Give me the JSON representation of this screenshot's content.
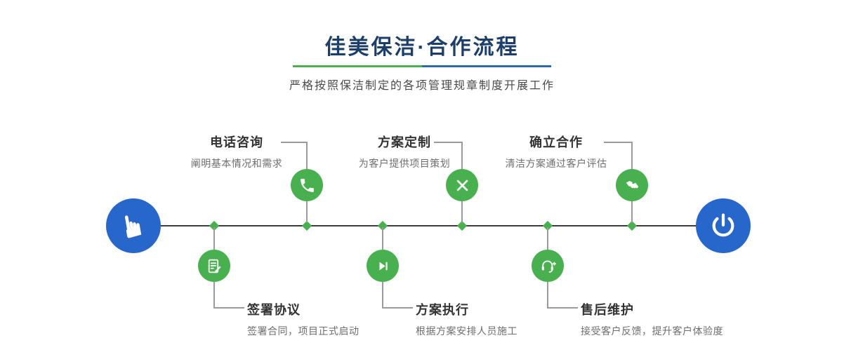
{
  "header": {
    "title": "佳美保洁·合作流程",
    "subtitle": "严格按照保洁制定的各项管理规章制度开展工作"
  },
  "palette": {
    "accent_green": "#48b04e",
    "accent_blue": "#2766cb",
    "title_navy": "#1c3e6a",
    "line_dark": "#3c3c3c",
    "line_gray": "#9a9a9a"
  },
  "timeline": {
    "start_icon": "pointing-hand-icon",
    "end_icon": "power-icon",
    "steps_top": [
      {
        "title": "电话咨询",
        "desc": "阐明基本情况和需求",
        "icon": "phone-icon"
      },
      {
        "title": "方案定制",
        "desc": "为客户提供项目策划",
        "icon": "design-tools-icon"
      },
      {
        "title": "确立合作",
        "desc": "清洁方案通过客户评估",
        "icon": "handshake-icon"
      }
    ],
    "steps_bottom": [
      {
        "title": "签署协议",
        "desc": "签署合同，项目正式启动",
        "icon": "contract-sign-icon"
      },
      {
        "title": "方案执行",
        "desc": "根据方案安排人员施工",
        "icon": "play-icon"
      },
      {
        "title": "售后维护",
        "desc": "接受客户反馈，提升客户体验度",
        "icon": "customer-service-icon"
      }
    ]
  }
}
